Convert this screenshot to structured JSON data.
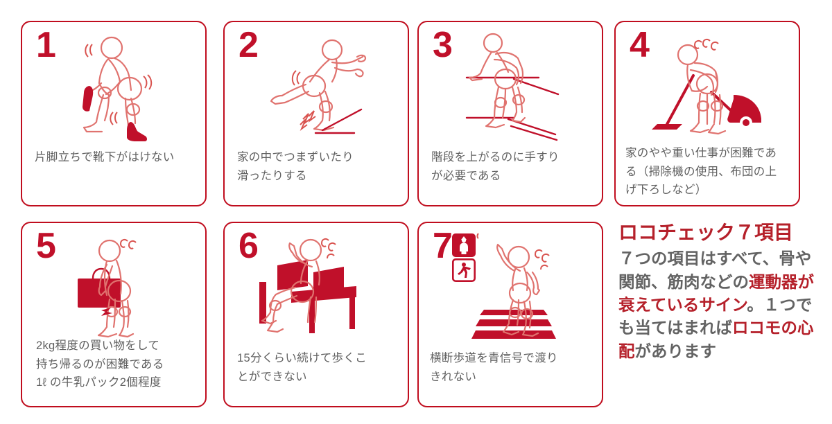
{
  "theme": {
    "accent_red": "#C00D1E",
    "number_red": "#C0102A",
    "title_red": "#B5202A",
    "caption_gray": "#606060",
    "body_gray": "#636363",
    "background": "#FFFFFF"
  },
  "cards": [
    {
      "number": "1",
      "icon": "person-putting-on-sock-icon",
      "caption": "片脚立ちで靴下がはけない"
    },
    {
      "number": "2",
      "icon": "person-tripping-icon",
      "caption": "家の中でつまずいたり\n滑ったりする"
    },
    {
      "number": "3",
      "icon": "person-climbing-stairs-handrail-icon",
      "caption": "階段を上がるのに手すり\nが必要である"
    },
    {
      "number": "4",
      "icon": "person-vacuuming-icon",
      "caption": "家のやや重い仕事が困難であ\nる（掃除機の使用、布団の上\nげ下ろしなど）"
    },
    {
      "number": "5",
      "icon": "person-carrying-shopping-bag-icon",
      "caption": "2kg程度の買い物をして\n持ち帰るのが困難である\n1ℓ の牛乳パック2個程度"
    },
    {
      "number": "6",
      "icon": "person-sitting-on-bench-icon",
      "caption": "15分くらい続けて歩くこ\nとができない"
    },
    {
      "number": "7",
      "icon": "person-crossing-crosswalk-icon",
      "caption": "横断歩道を青信号で渡り\nきれない"
    }
  ],
  "summary": {
    "title": "ロコチェック７項目",
    "body_segments": [
      {
        "text": "７つの項目はすべて、骨や関節、筋肉などの",
        "highlight": false
      },
      {
        "text": "運動器が衰えているサイン",
        "highlight": true
      },
      {
        "text": "。１つでも当てはまれば",
        "highlight": false
      },
      {
        "text": "ロコモの心配",
        "highlight": true
      },
      {
        "text": "があります",
        "highlight": false
      }
    ],
    "body_plain": "７つの項目はすべて、骨や関節、筋肉などの運動器が衰えているサイン。１つでも当てはまればロコモの心配があります"
  }
}
